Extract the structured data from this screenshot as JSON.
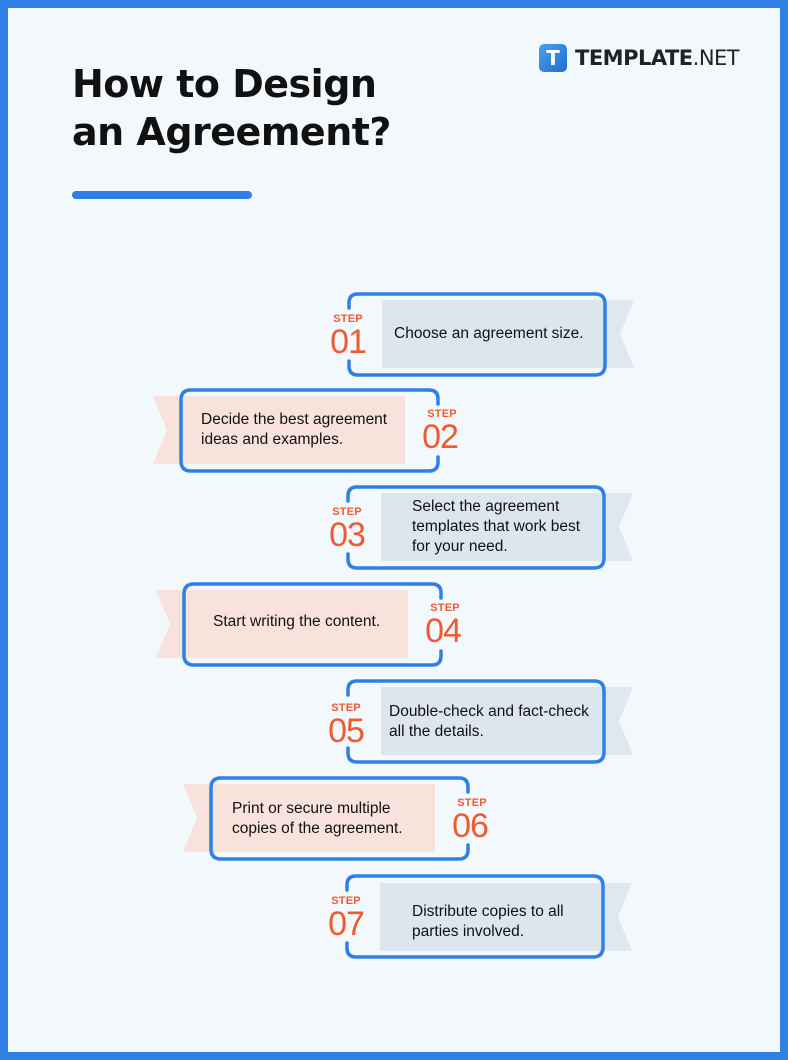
{
  "header": {
    "title_line1": "How to Design",
    "title_line2": "an Agreement?"
  },
  "brand": {
    "mark": "T",
    "name_bold": "TEMPLATE",
    "name_suffix": ".NET"
  },
  "colors": {
    "border_blue": "#2f80e4",
    "background": "#f3f8fd",
    "accent_orange": "#ef5a2f",
    "ribbon_blue": "#dfe7f0",
    "ribbon_pink": "#f7e3dc"
  },
  "steps": [
    {
      "label": "STEP",
      "number": "01",
      "text": "Choose an agreement size.",
      "side": "right"
    },
    {
      "label": "STEP",
      "number": "02",
      "text": "Decide the best agreement ideas and examples.",
      "side": "left"
    },
    {
      "label": "STEP",
      "number": "03",
      "text": "Select the agreement templates that work best for your need.",
      "side": "right"
    },
    {
      "label": "STEP",
      "number": "04",
      "text": "Start writing the content.",
      "side": "left"
    },
    {
      "label": "STEP",
      "number": "05",
      "text": "Double-check and fact-check all the details.",
      "side": "right"
    },
    {
      "label": "STEP",
      "number": "06",
      "text": "Print or secure multiple copies of the agreement.",
      "side": "left"
    },
    {
      "label": "STEP",
      "number": "07",
      "text": "Distribute copies to all parties involved.",
      "side": "right"
    }
  ]
}
